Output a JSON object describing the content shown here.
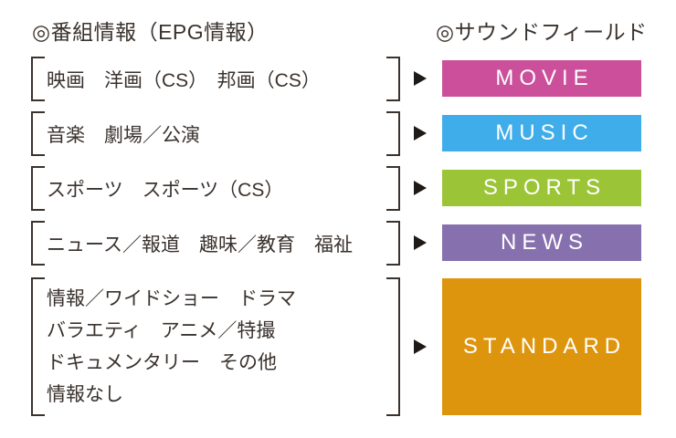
{
  "colors": {
    "background": "#ffffff",
    "text": "#3a322d",
    "bracket": "#3a322d",
    "arrow": "#1e1a18",
    "badge_text": "#ffffff"
  },
  "headers": {
    "left": "◎番組情報（EPG情報）",
    "right": "◎サウンドフィールド"
  },
  "rows": [
    {
      "epg_lines": [
        "映画　洋画（CS）　邦画（CS）"
      ],
      "sound_field": "MOVIE",
      "badge_color": "#cb4f9a"
    },
    {
      "epg_lines": [
        "音楽　劇場／公演"
      ],
      "sound_field": "MUSIC",
      "badge_color": "#3fade9"
    },
    {
      "epg_lines": [
        "スポーツ　スポーツ（CS）"
      ],
      "sound_field": "SPORTS",
      "badge_color": "#9cc437"
    },
    {
      "epg_lines": [
        "ニュース／報道　趣味／教育　福祉"
      ],
      "sound_field": "NEWS",
      "badge_color": "#8670ae"
    },
    {
      "epg_lines": [
        "情報／ワイドショー　ドラマ",
        "バラエティ　アニメ／特撮",
        "ドキュメンタリー　その他",
        "情報なし"
      ],
      "sound_field": "STANDARD",
      "badge_color": "#de950e"
    }
  ]
}
